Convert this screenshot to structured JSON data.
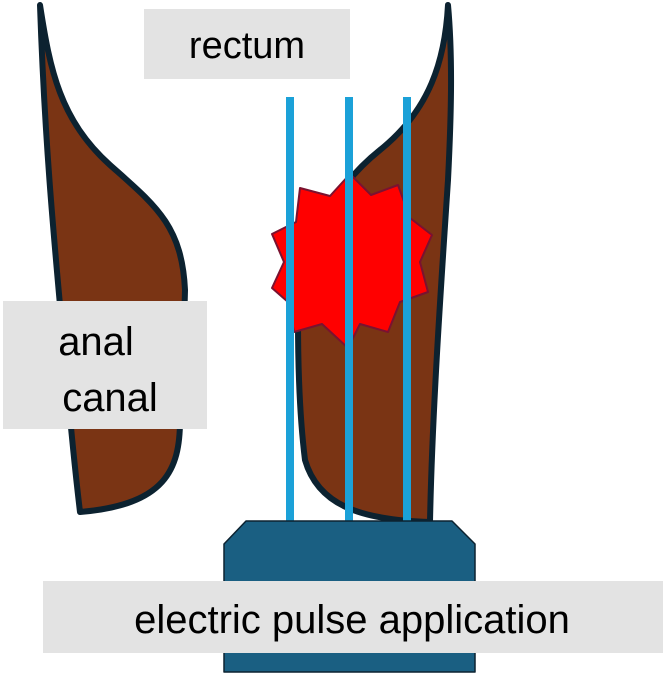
{
  "labels": {
    "rectum": "rectum",
    "anal_canal_line1": "anal",
    "anal_canal_line2": "canal",
    "device": "electric pulse application"
  },
  "colors": {
    "tissue": "#7a3414",
    "tissue_outline": "#0c2230",
    "tumor": "#ff0000",
    "tumor_outline": "#7a1230",
    "electrode": "#1ba1d8",
    "device": "#1a5f82",
    "label_box": "#e3e3e3"
  },
  "icons": {
    "tumor": "tumor-star-shape",
    "electrode": "needle-electrode",
    "device": "pulse-generator-block"
  },
  "electrode_count": 3
}
